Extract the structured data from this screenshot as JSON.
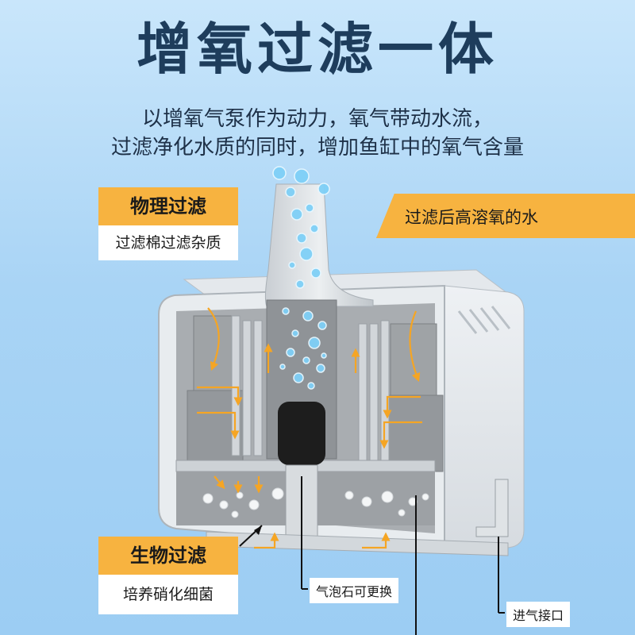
{
  "header": {
    "title": "增氧过滤一体",
    "subtitle_line1": "以增氧气泵作为动力，氧气带动水流，",
    "subtitle_line2": "过滤净化水质的同时，增加鱼缸中的氧气含量"
  },
  "labels": {
    "physical_title": "物理过滤",
    "physical_desc": "过滤棉过滤杂质",
    "bio_title": "生物过滤",
    "bio_desc": "培养硝化细菌",
    "oxygen_water": "过滤后高溶氧的水",
    "airstone": "气泡石可更换",
    "air_inlet": "进气接口"
  },
  "colors": {
    "accent_orange": "#f7b340",
    "title_navy": "#1e3d5c",
    "bubble_blue": "#7fd0f7"
  }
}
